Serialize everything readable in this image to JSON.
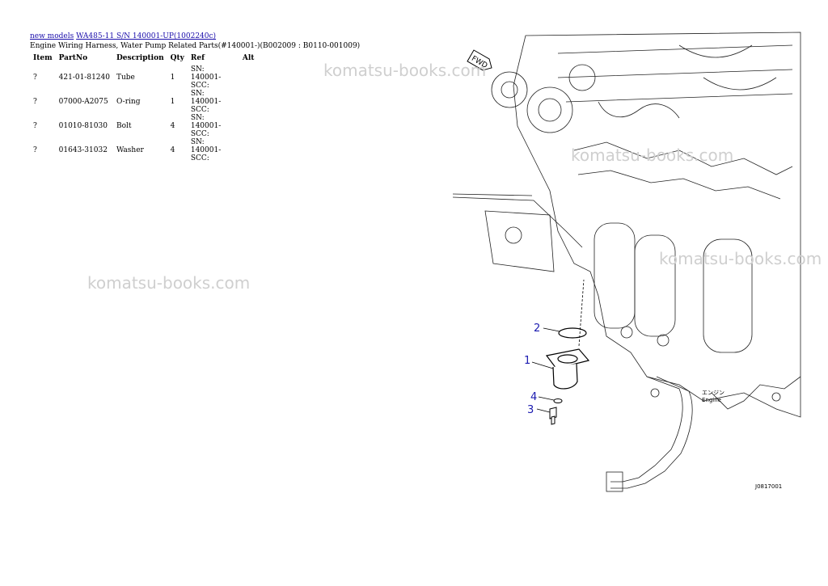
{
  "breadcrumb": {
    "link1": "new models",
    "link2": "WA485-11 S/N 140001-UP(1002240c)"
  },
  "title": "Engine Wiring Harness, Water Pump Related Parts(#140001-)(B002009 : B0110-001009)",
  "table": {
    "headers": [
      "Item",
      "PartNo",
      "Description",
      "Qty",
      "Ref",
      "Alt"
    ],
    "rows": [
      [
        "?",
        "421-01-81240",
        "Tube",
        "1",
        "SN: 140001-SCC:",
        ""
      ],
      [
        "?",
        "07000-A2075",
        "O-ring",
        "1",
        "SN: 140001-SCC:",
        ""
      ],
      [
        "?",
        "01010-81030",
        "Bolt",
        "4",
        "SN: 140001-SCC:",
        ""
      ],
      [
        "?",
        "01643-31032",
        "Washer",
        "4",
        "SN: 140001-SCC:",
        ""
      ]
    ]
  },
  "watermark": "komatsu-books.com",
  "diagram": {
    "fwd_label": "FWD",
    "callouts": [
      "1",
      "2",
      "3",
      "4"
    ],
    "engine_jp": "エンジン",
    "engine_en": "Engine",
    "drawing_code": "J0817001"
  }
}
